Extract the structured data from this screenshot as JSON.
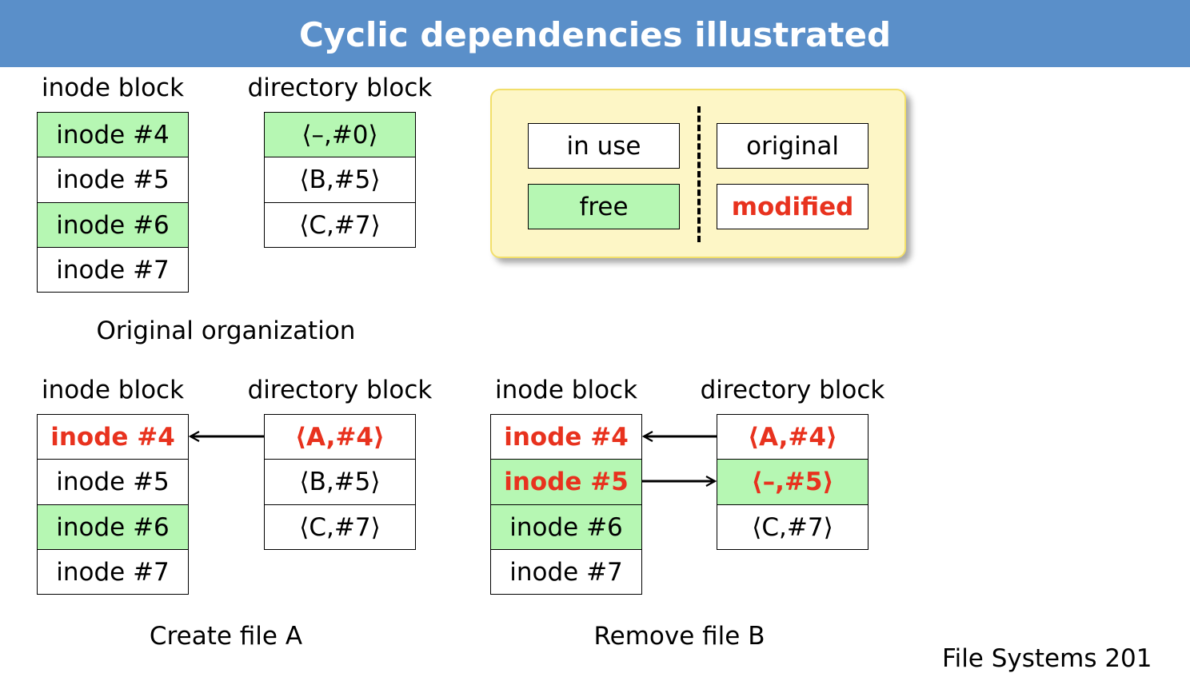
{
  "title": "Cyclic dependencies illustrated",
  "legend": {
    "in_use": "in use",
    "free": "free",
    "original": "original",
    "modified": "modified"
  },
  "panels": {
    "original": {
      "caption": "Original organization",
      "inode_header": "inode block",
      "dir_header": "directory block",
      "inodes": [
        "inode #4",
        "inode #5",
        "inode #6",
        "inode #7"
      ],
      "dirs": [
        "⟨–,#0⟩",
        "⟨B,#5⟩",
        "⟨C,#7⟩"
      ]
    },
    "create": {
      "caption": "Create file A",
      "inode_header": "inode block",
      "dir_header": "directory block",
      "inodes": [
        "inode #4",
        "inode #5",
        "inode #6",
        "inode #7"
      ],
      "dirs": [
        "⟨A,#4⟩",
        "⟨B,#5⟩",
        "⟨C,#7⟩"
      ]
    },
    "remove": {
      "caption": "Remove file B",
      "inode_header": "inode block",
      "dir_header": "directory block",
      "inodes": [
        "inode #4",
        "inode #5",
        "inode #6",
        "inode #7"
      ],
      "dirs": [
        "⟨A,#4⟩",
        "⟨–,#5⟩",
        "⟨C,#7⟩"
      ]
    }
  },
  "footer": "File Systems 201"
}
